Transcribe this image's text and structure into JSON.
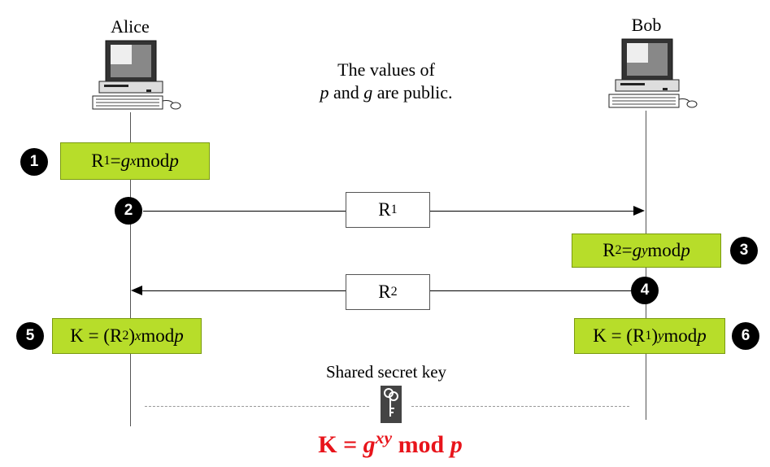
{
  "participants": {
    "alice": "Alice",
    "bob": "Bob"
  },
  "note": {
    "line1": "The values of",
    "line2_p": "p",
    "line2_and": " and ",
    "line2_g": "g",
    "line2_rest": " are public."
  },
  "steps": {
    "s1": "1",
    "s2": "2",
    "s3": "3",
    "s4": "4",
    "s5": "5",
    "s6": "6"
  },
  "alice_box1": {
    "r": "R",
    "sub": "1",
    "eq": " = ",
    "g": "g",
    "exp": "x",
    "mod": " mod ",
    "p": "p"
  },
  "bob_box1": {
    "r": "R",
    "sub": "2",
    "eq": " = ",
    "g": "g",
    "exp": "y",
    "mod": " mod ",
    "p": "p"
  },
  "msg1": {
    "r": "R",
    "sub": "1"
  },
  "msg2": {
    "r": "R",
    "sub": "2"
  },
  "alice_key": {
    "k": "K = (R",
    "sub": "2",
    "close": ")",
    "exp": "x",
    "mod": " mod ",
    "p": "p"
  },
  "bob_key": {
    "k": "K = (R",
    "sub": "1",
    "close": ")",
    "exp": "y",
    "mod": " mod ",
    "p": "p"
  },
  "shared_label": "Shared secret key",
  "final": {
    "k": "K = ",
    "g": "g",
    "exp": "xy",
    "mod": " mod ",
    "p": "p"
  },
  "colors": {
    "green_box": "#b7dd2a",
    "final_text": "#e8141b"
  }
}
